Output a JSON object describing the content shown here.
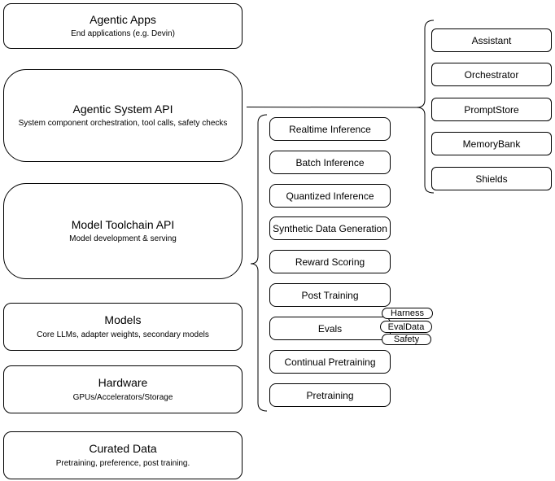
{
  "diagram": {
    "left_stack": [
      {
        "title": "Agentic Apps",
        "subtitle": "End applications (e.g. Devin)"
      },
      {
        "title": "Agentic System API",
        "subtitle": "System component orchestration, tool calls, safety checks"
      },
      {
        "title": "Model Toolchain API",
        "subtitle": "Model development & serving"
      },
      {
        "title": "Models",
        "subtitle": "Core LLMs, adapter weights, secondary models"
      },
      {
        "title": "Hardware",
        "subtitle": "GPUs/Accelerators/Storage"
      },
      {
        "title": "Curated Data",
        "subtitle": "Pretraining, preference, post training."
      }
    ],
    "toolchain_items": [
      "Realtime Inference",
      "Batch Inference",
      "Quantized Inference",
      "Synthetic Data Generation",
      "Reward Scoring",
      "Post Training",
      "Evals",
      "Continual Pretraining",
      "Pretraining"
    ],
    "eval_tags": [
      "Harness",
      "EvalData",
      "Safety"
    ],
    "system_components": [
      "Assistant",
      "Orchestrator",
      "PromptStore",
      "MemoryBank",
      "Shields"
    ],
    "colors": {
      "stroke": "#000000",
      "background": "#ffffff"
    }
  }
}
